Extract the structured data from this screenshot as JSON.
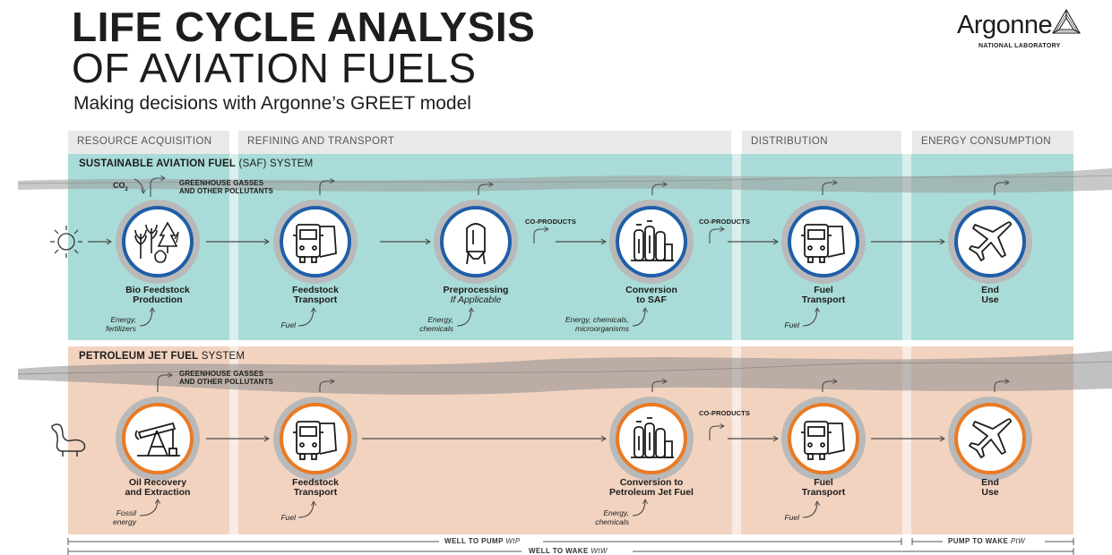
{
  "header": {
    "title_line1": "LIFE CYCLE ANALYSIS",
    "title_line2": "OF AVIATION FUELS",
    "subtitle": "Making decisions with Argonne’s GREET model"
  },
  "logo": {
    "name": "Argonne",
    "sub": "NATIONAL LABORATORY"
  },
  "stages": [
    "RESOURCE ACQUISITION",
    "REFINING AND TRANSPORT",
    "DISTRIBUTION",
    "ENERGY CONSUMPTION"
  ],
  "saf": {
    "title_bold": "SUSTAINABLE AVIATION FUEL",
    "title_rest": " (SAF) SYSTEM",
    "co2": "CO",
    "co2_sub": "2",
    "ghg_line1": "GREENHOUSE GASSES",
    "ghg_line2": "AND OTHER POLLUTANTS",
    "coproducts": "CO-PRODUCTS",
    "nodes": [
      {
        "line1": "Bio Feedstock",
        "line2": "Production"
      },
      {
        "line1": "Feedstock",
        "line2": "Transport"
      },
      {
        "line1": "Preprocessing",
        "line2": "If Applicable"
      },
      {
        "line1": "Conversion",
        "line2": "to SAF"
      },
      {
        "line1": "Fuel",
        "line2": "Transport"
      },
      {
        "line1": "End",
        "line2": "Use"
      }
    ],
    "inputs": [
      {
        "line1": "Energy,",
        "line2": "fertilizers"
      },
      {
        "line1": "Fuel",
        "line2": ""
      },
      {
        "line1": "Energy,",
        "line2": "chemicals"
      },
      {
        "line1": "Energy, chemicals,",
        "line2": "microorganisms"
      },
      {
        "line1": "Fuel",
        "line2": ""
      }
    ]
  },
  "petroleum": {
    "title_bold": "PETROLEUM JET FUEL",
    "title_rest": " SYSTEM",
    "ghg_line1": "GREENHOUSE GASSES",
    "ghg_line2": "AND OTHER POLLUTANTS",
    "coproducts": "CO-PRODUCTS",
    "nodes": [
      {
        "line1": "Oil Recovery",
        "line2": "and Extraction"
      },
      {
        "line1": "Feedstock",
        "line2": "Transport"
      },
      {
        "line1": "Conversion to",
        "line2": "Petroleum Jet Fuel"
      },
      {
        "line1": "Fuel",
        "line2": "Transport"
      },
      {
        "line1": "End",
        "line2": "Use"
      }
    ],
    "inputs": [
      {
        "line1": "Fossil",
        "line2": "energy"
      },
      {
        "line1": "Fuel",
        "line2": ""
      },
      {
        "line1": "Energy,",
        "line2": "chemicals"
      },
      {
        "line1": "Fuel",
        "line2": ""
      }
    ]
  },
  "scales": {
    "wtp": "WELL TO PUMP",
    "wtp_abbr": "WtP",
    "ptw": "PUMP TO WAKE",
    "ptw_abbr": "PtW",
    "wtw": "WELL TO WAKE",
    "wtw_abbr": "WtW"
  },
  "colors": {
    "saf_panel": "#a9dcd8",
    "petroleum_panel": "#f2d3c0",
    "saf_ring": "#1f5ea8",
    "petroleum_ring": "#ea7a24"
  }
}
